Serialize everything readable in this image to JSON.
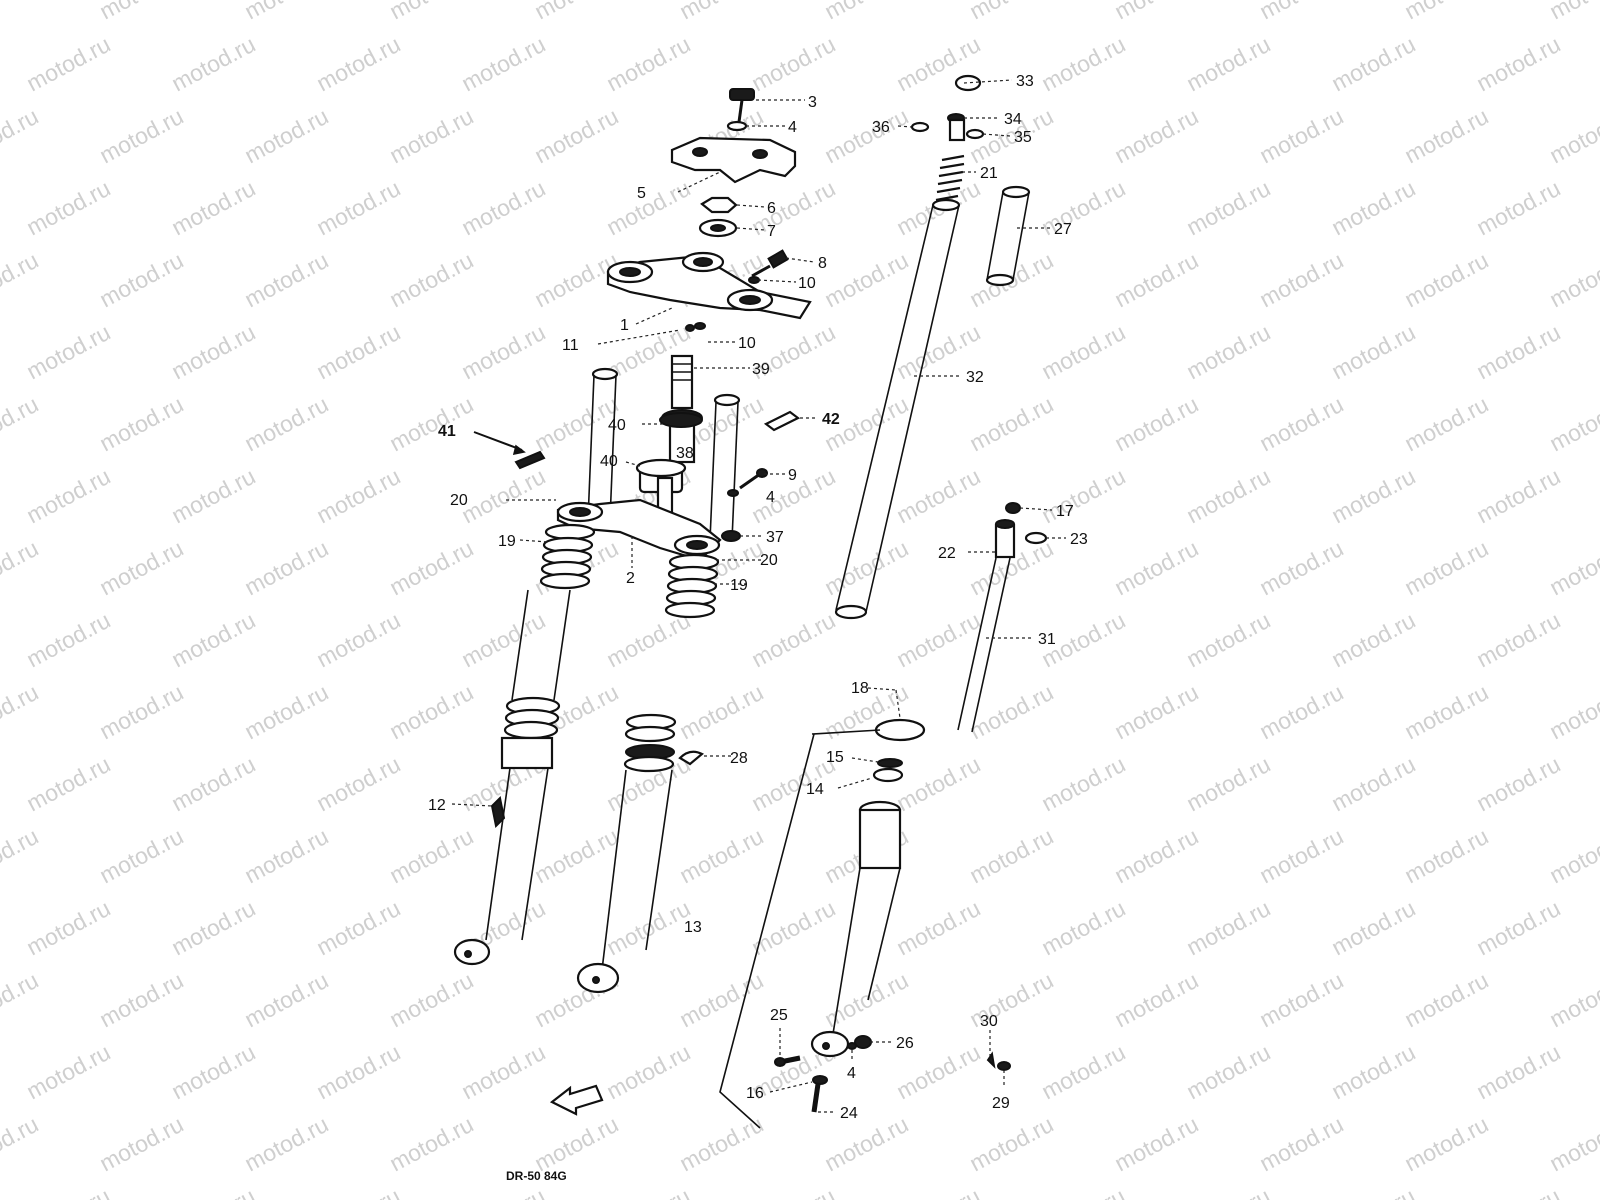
{
  "watermark": "motod.ru",
  "diagram_code": "DR-50 84G",
  "part_numbers": [
    "1",
    "2",
    "3",
    "4",
    "5",
    "6",
    "7",
    "8",
    "9",
    "10",
    "11",
    "12",
    "13",
    "14",
    "15",
    "16",
    "17",
    "18",
    "19",
    "20",
    "21",
    "22",
    "23",
    "24",
    "25",
    "26",
    "27",
    "28",
    "29",
    "30",
    "31",
    "32",
    "33",
    "34",
    "35",
    "36",
    "37",
    "38",
    "39",
    "40",
    "41",
    "42"
  ]
}
